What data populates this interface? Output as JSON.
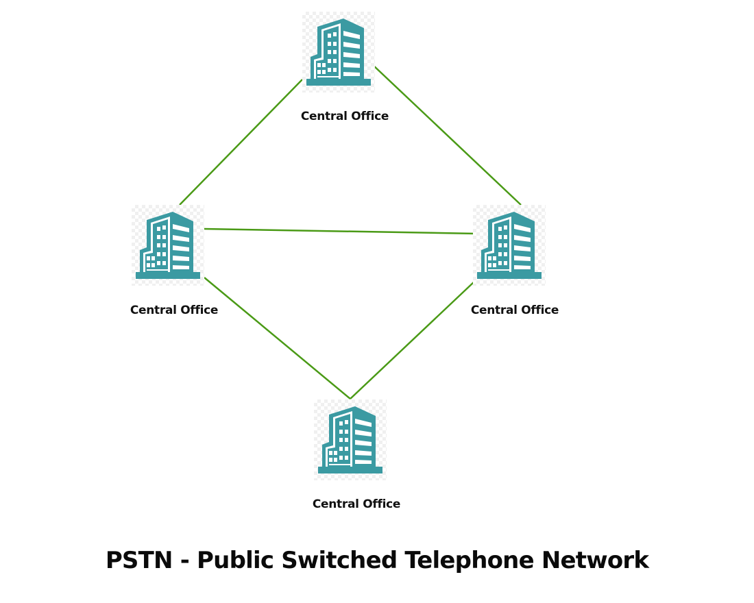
{
  "diagram": {
    "title": "PSTN - Public Switched Telephone Network",
    "colors": {
      "link": "#4a9a16",
      "icon": "#3b9aa2",
      "label": "#111111"
    },
    "nodes": [
      {
        "id": "top",
        "label": "Central Office",
        "icon": "office-building-icon"
      },
      {
        "id": "left",
        "label": "Central Office",
        "icon": "office-building-icon"
      },
      {
        "id": "right",
        "label": "Central Office",
        "icon": "office-building-icon"
      },
      {
        "id": "bottom",
        "label": "Central Office",
        "icon": "office-building-icon"
      }
    ],
    "links": [
      {
        "from": "left",
        "to": "top"
      },
      {
        "from": "top",
        "to": "right"
      },
      {
        "from": "left",
        "to": "right"
      },
      {
        "from": "left",
        "to": "bottom"
      },
      {
        "from": "bottom",
        "to": "right"
      }
    ]
  }
}
